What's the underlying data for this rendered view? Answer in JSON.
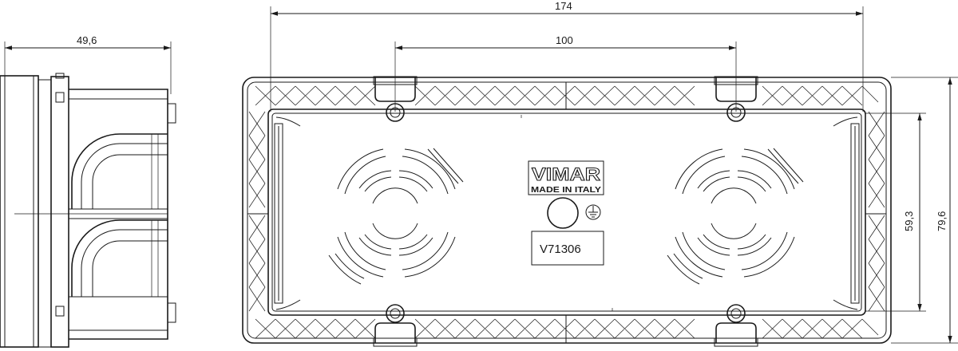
{
  "dimensions": {
    "total_width": "174",
    "hole_spacing": "100",
    "depth": "49,6",
    "inner_height": "59,3",
    "total_height": "79,6"
  },
  "product": {
    "brand": "VIMAR",
    "origin": "MADE IN ITALY",
    "code": "V71306"
  },
  "icons": [
    "arrow-icon",
    "knockout-icon",
    "screw-hole-icon",
    "ground-symbol-icon"
  ]
}
